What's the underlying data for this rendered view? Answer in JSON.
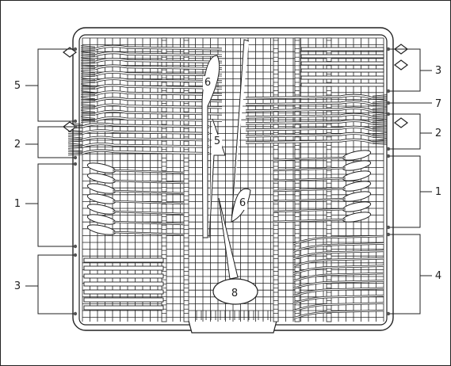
{
  "diagram": {
    "left_labels": [
      "5",
      "2",
      "1",
      "3"
    ],
    "right_labels": [
      "3",
      "7",
      "2",
      "1",
      "4"
    ],
    "item_labels": [
      "6",
      "5",
      "6",
      "8"
    ]
  },
  "colors": {
    "line": "#222222",
    "fill": "#ffffff",
    "background": "#ffffff"
  }
}
